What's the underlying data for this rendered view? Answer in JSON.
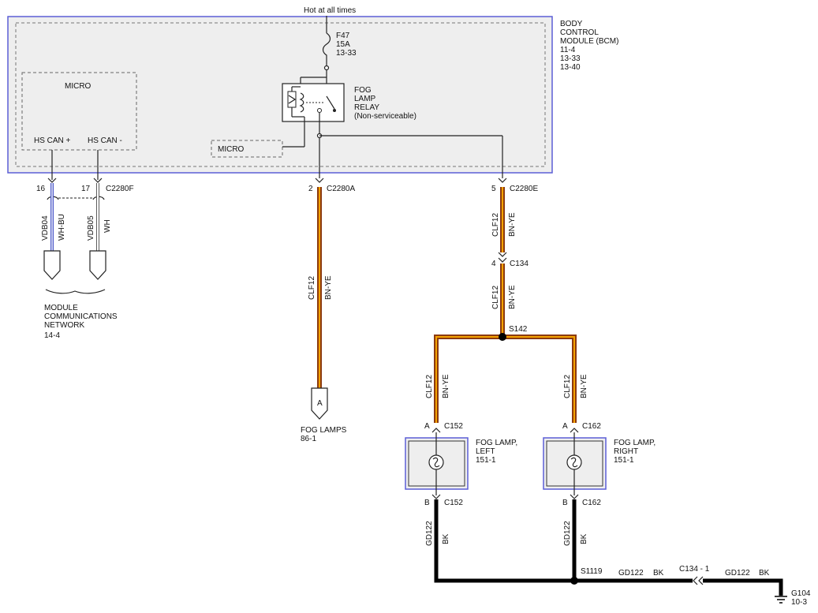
{
  "power": {
    "label": "Hot at all times"
  },
  "bcm": {
    "lines": [
      "BODY",
      "CONTROL",
      "MODULE (BCM)",
      "11-4",
      "13-33",
      "13-40"
    ]
  },
  "fuse": {
    "name": "F47",
    "rating": "15A",
    "ref": "13-33"
  },
  "relay": {
    "lines": [
      "FOG",
      "LAMP",
      "RELAY",
      "(Non-serviceable)"
    ]
  },
  "micro_top": {
    "title": "MICRO",
    "pin1": "HS CAN +",
    "pin2": "HS CAN -"
  },
  "micro_small": {
    "label": "MICRO"
  },
  "connectors": {
    "c2280f": {
      "pin16": "16",
      "pin17": "17",
      "name": "C2280F"
    },
    "c2280a": {
      "pin": "2",
      "name": "C2280A"
    },
    "c2280e": {
      "pin": "5",
      "name": "C2280E"
    },
    "c134": {
      "pin": "4",
      "name": "C134"
    },
    "c152a": {
      "pin": "A",
      "name": "C152"
    },
    "c152b": {
      "pin": "B",
      "name": "C152"
    },
    "c162a": {
      "pin": "A",
      "name": "C162"
    },
    "c162b": {
      "pin": "B",
      "name": "C162"
    },
    "c134_1": {
      "name": "C134 - 1"
    }
  },
  "wires": {
    "vdb04": {
      "circuit": "VDB04",
      "color": "WH-BU"
    },
    "vdb05": {
      "circuit": "VDB05",
      "color": "WH"
    },
    "clf12": {
      "circuit": "CLF12",
      "color": "BN-YE"
    },
    "gd122": {
      "circuit": "GD122",
      "color": "BK"
    }
  },
  "splices": {
    "s142": "S142",
    "s1119": "S1119"
  },
  "network": {
    "lines": [
      "MODULE",
      "COMMUNICATIONS",
      "NETWORK",
      "14-4"
    ]
  },
  "fog_lamps": {
    "connector": "A",
    "lines": [
      "FOG LAMPS",
      "86-1"
    ]
  },
  "lamp_left": {
    "lines": [
      "FOG LAMP,",
      "LEFT",
      "151-1"
    ]
  },
  "lamp_right": {
    "lines": [
      "FOG LAMP,",
      "RIGHT",
      "151-1"
    ]
  },
  "ground": {
    "name": "G104",
    "ref": "10-3"
  },
  "colors": {
    "brown": "#8b3a10",
    "yellow": "#f5a300",
    "blue": "#4a57c8",
    "black": "#000000"
  }
}
